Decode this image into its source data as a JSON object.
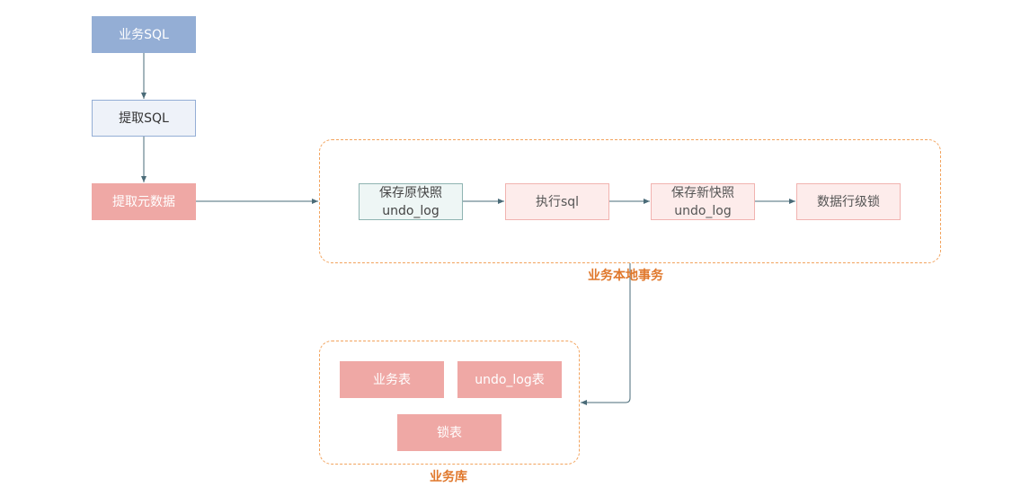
{
  "nodes": {
    "business_sql": "业务SQL",
    "extract_sql": "提取SQL",
    "extract_metadata": "提取元数据",
    "save_old_snapshot": [
      "保存原快照",
      "undo_log"
    ],
    "execute_sql": "执行sql",
    "save_new_snapshot": [
      "保存新快照",
      "undo_log"
    ],
    "row_lock": "数据行级锁",
    "business_table": "业务表",
    "undo_log_table": "undo_log表",
    "lock_table": "锁表"
  },
  "groups": {
    "local_transaction": "业务本地事务",
    "business_db": "业务库"
  },
  "colors": {
    "primary_blue": "#94aed5",
    "pink_fill": "#efa8a5",
    "group_border": "#f2a35d",
    "group_label": "#e0782c",
    "edge": "#4a6b78"
  }
}
